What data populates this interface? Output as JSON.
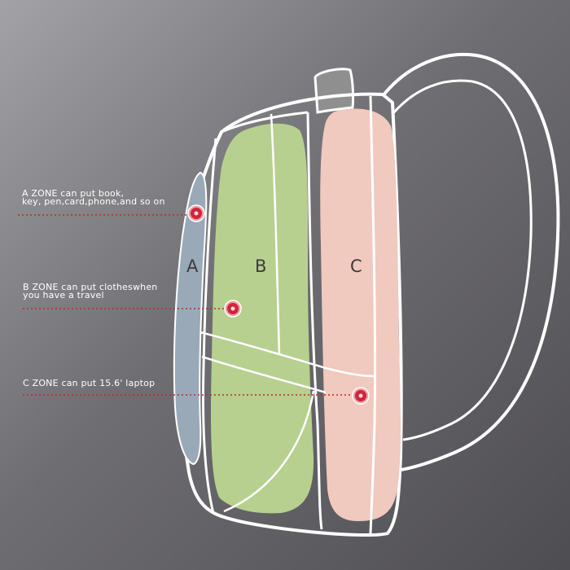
{
  "zones": [
    {
      "letter": "A",
      "line1": "A ZONE  can put book,",
      "line2": "key, pen,card,phone,and so on",
      "color": "#9aa9b8"
    },
    {
      "letter": "B",
      "line1": "B ZONE  can put clotheswhen",
      "line2": "you have a travel",
      "color": "#b7d08f"
    },
    {
      "letter": "C",
      "line1": "C ZONE  can put 15.6' laptop",
      "line2": "",
      "color": "#f0c9bf"
    }
  ],
  "colors": {
    "outline": "#ffffff",
    "marker": "#d0243a",
    "leader": "#c1272d",
    "handle": "#8f8f8f"
  }
}
